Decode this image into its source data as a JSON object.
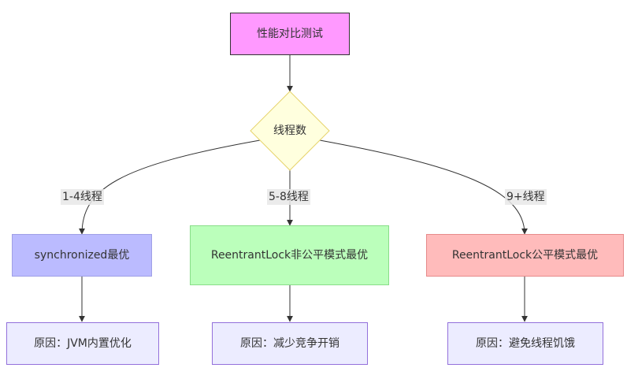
{
  "nodes": {
    "start": {
      "label": "性能对比测试",
      "fill": "#FF99FF",
      "border": "#333333"
    },
    "decision": {
      "label": "线程数",
      "fill": "#FFFFDE",
      "border": "#E6D36B"
    },
    "sync": {
      "label": "synchronized最优",
      "fill": "#BBBBFF",
      "border": "#9F9FE6"
    },
    "reentrant_unfair": {
      "label": "ReentrantLock非公平模式最优",
      "fill": "#BBFFBB",
      "border": "#88DD88"
    },
    "reentrant_fair": {
      "label": "ReentrantLock公平模式最优",
      "fill": "#FFBBBB",
      "border": "#E68A8A"
    },
    "reason_jvm": {
      "label": "原因：JVM内置优化",
      "fill": "#ECECFF",
      "border": "#9370DB"
    },
    "reason_contention": {
      "label": "原因：减少竞争开销",
      "fill": "#ECECFF",
      "border": "#9370DB"
    },
    "reason_starvation": {
      "label": "原因：避免线程饥饿",
      "fill": "#ECECFF",
      "border": "#9370DB"
    }
  },
  "edges": {
    "left_label": "1-4线程",
    "middle_label": "5-8线程",
    "right_label": "9+线程"
  },
  "colors": {
    "line": "#333333",
    "edge_label_bg": "#E8E8E8"
  }
}
